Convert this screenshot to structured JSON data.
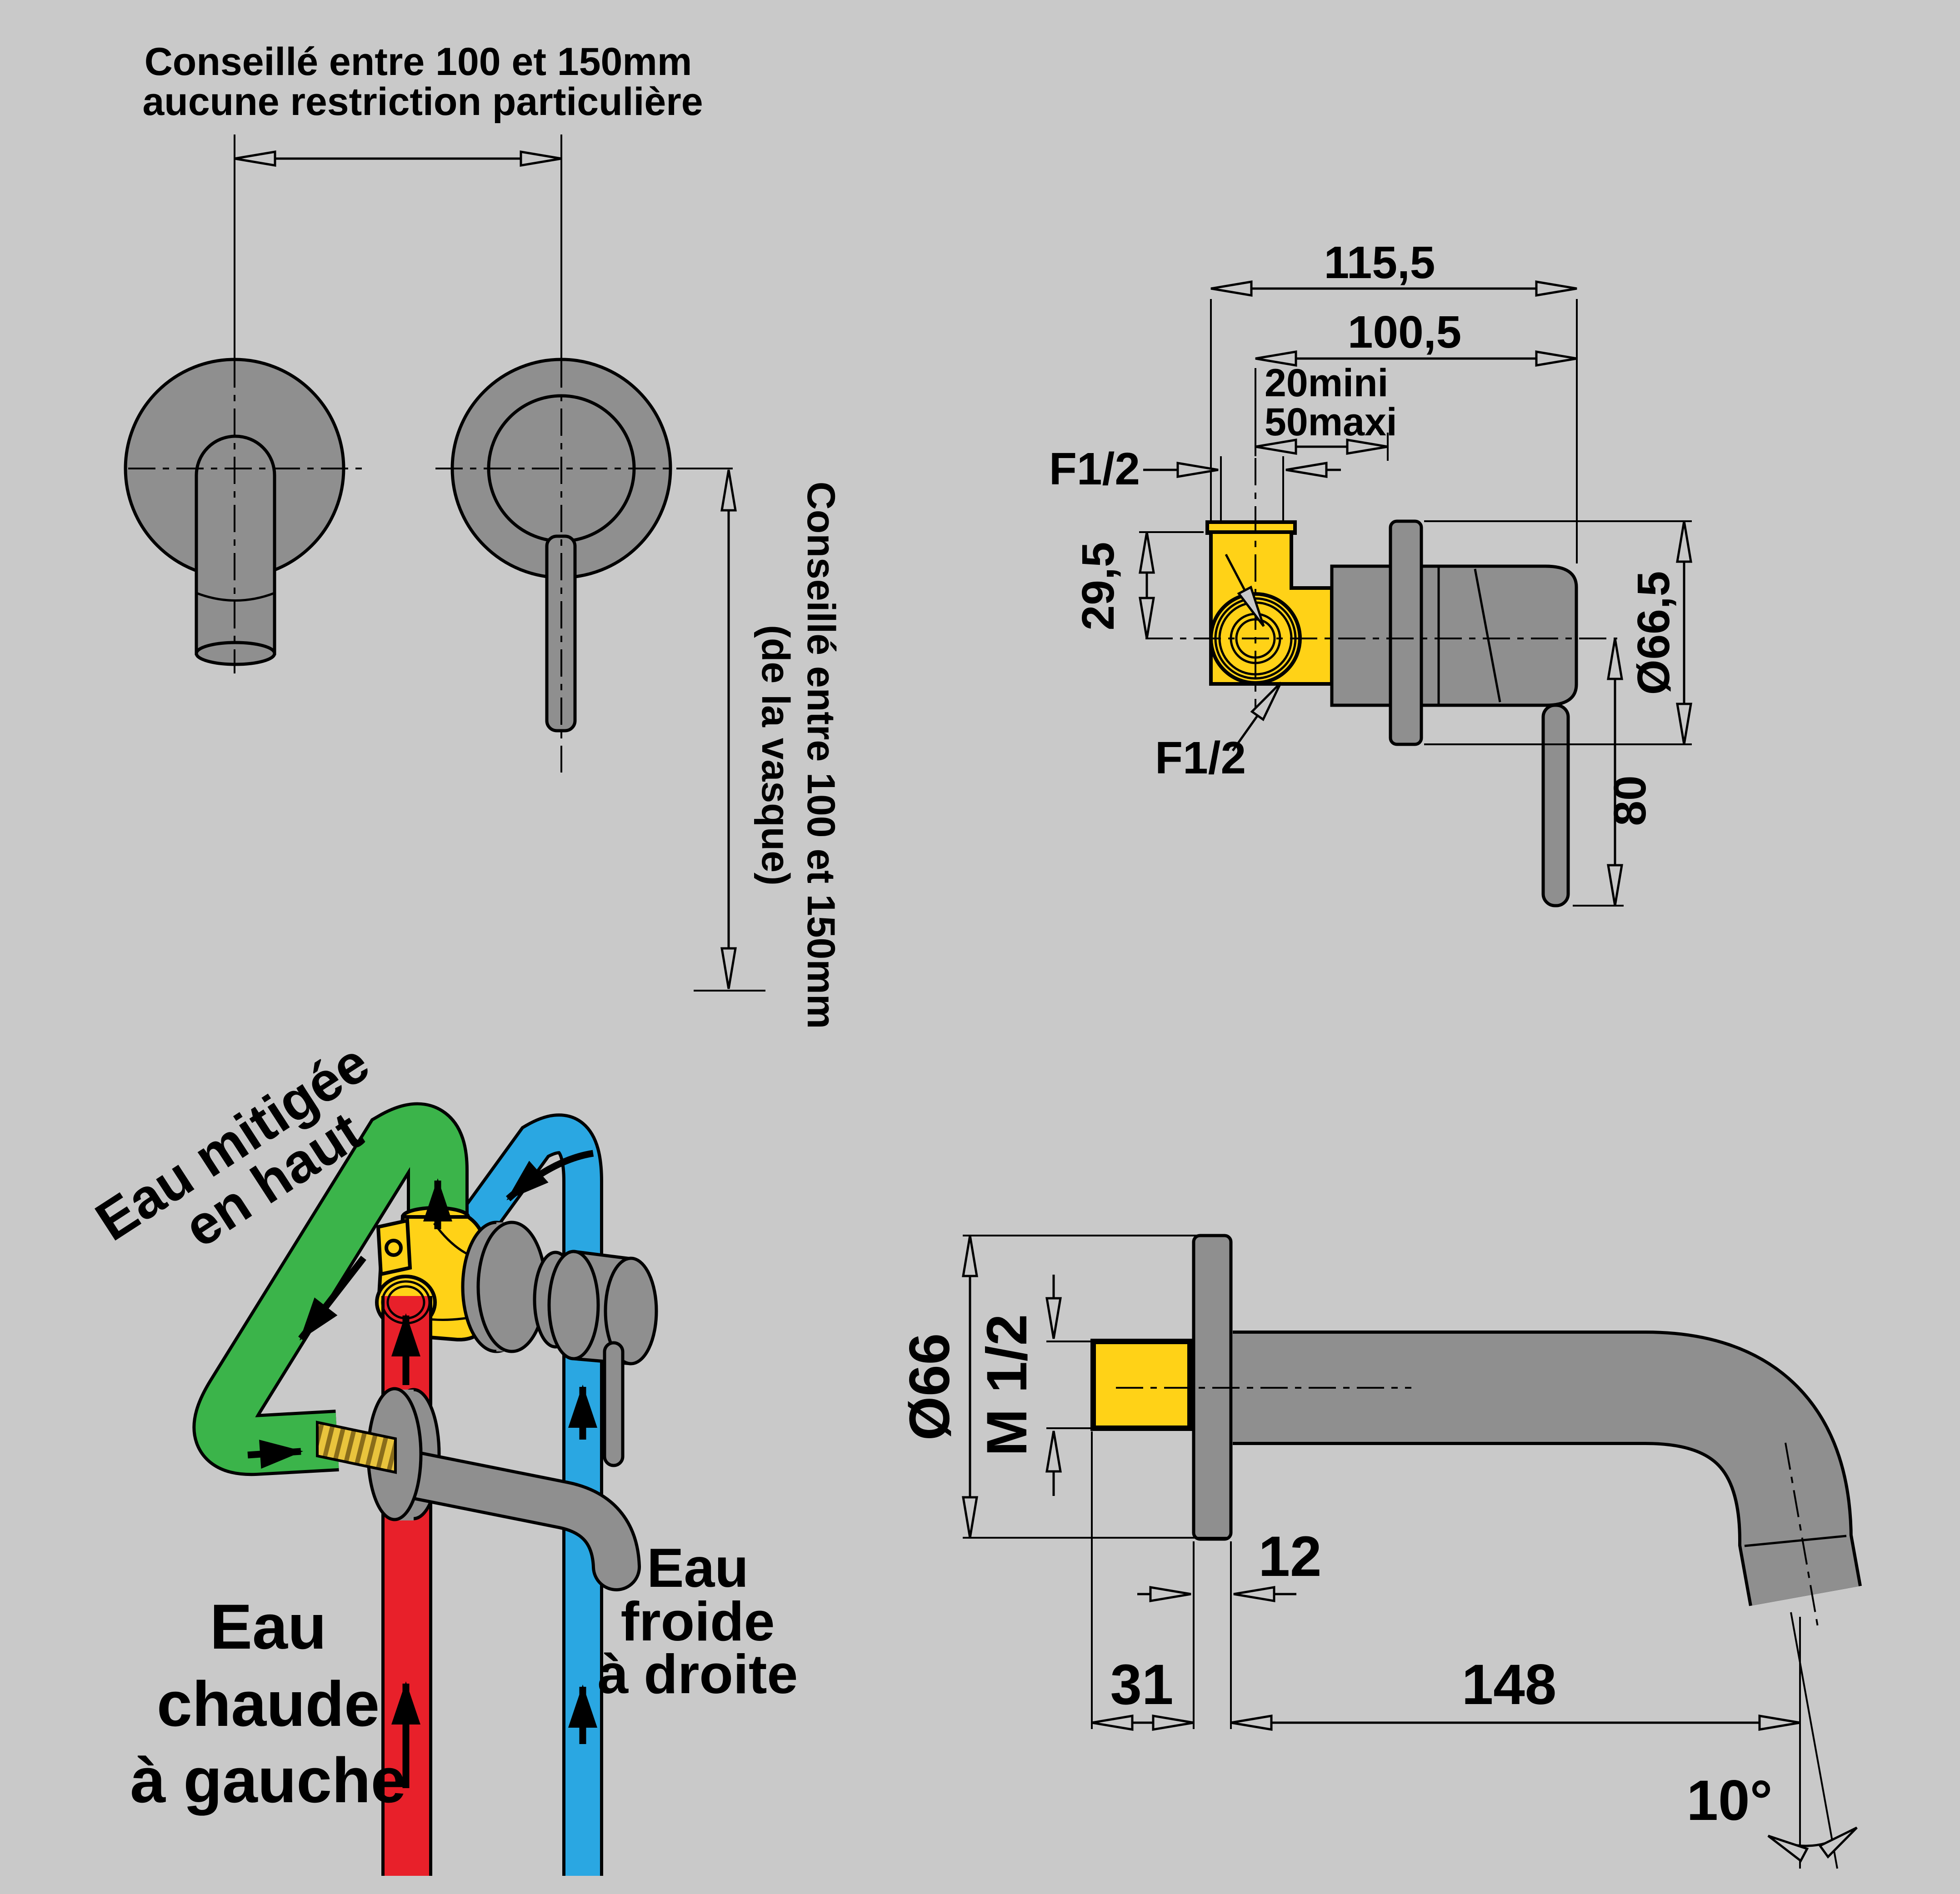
{
  "colors": {
    "background": "#c9c9c9",
    "fixture_gray": "#8f8f8f",
    "brass_yellow": "#ffd217",
    "thread_gold": "#e9c43d",
    "hot_red": "#e8202a",
    "cold_blue": "#2aa7e2",
    "mixed_green": "#3bb44a",
    "line_black": "#000000"
  },
  "front_view": {
    "note_top_line1": "Conseillé entre 100 et 150mm",
    "note_top_line2": "aucune restriction particulière",
    "note_side_line1": "Conseillé entre 100 et 150mm",
    "note_side_line2": "(de la vasque)"
  },
  "valve_side_view": {
    "dim_overall_depth": "115,5",
    "dim_body_depth": "100,5",
    "dim_wall_min": "20mini",
    "dim_wall_max": "50maxi",
    "label_top_inlet": "F1/2",
    "label_side_inlet": "F1/2",
    "dim_port_offset": "29,5",
    "dim_trim_diameter": "Ø66,5",
    "dim_lever_drop": "80"
  },
  "plumbing_view": {
    "mixed_water_line1": "Eau mitigée",
    "mixed_water_line2": "en haut",
    "hot_water_line1": "Eau",
    "hot_water_line2": "chaude",
    "hot_water_line3": "à gauche",
    "cold_water_line1": "Eau",
    "cold_water_line2": "froide",
    "cold_water_line3": "à droite"
  },
  "spout_side_view": {
    "dim_trim_diameter": "Ø66",
    "dim_thread": "M 1/2",
    "dim_trim_thickness": "12",
    "dim_thread_length": "31",
    "dim_reach": "148",
    "dim_tilt_angle": "10°"
  }
}
